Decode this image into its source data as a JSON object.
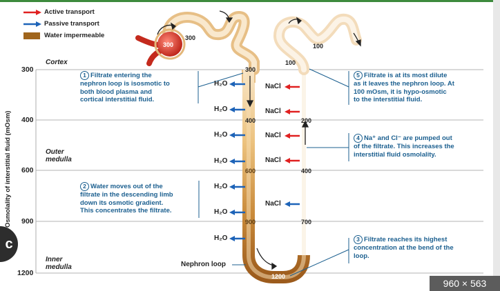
{
  "legend": [
    {
      "label": "Active transport",
      "color": "#e02020"
    },
    {
      "label": "Passive transport",
      "color": "#1d63b8"
    },
    {
      "label": "Water impermeable",
      "color": "#a0651c"
    }
  ],
  "axis": {
    "title": "Osmolality of interstitial fluid (mOsm)",
    "ticks": [
      "300",
      "400",
      "600",
      "900",
      "1200"
    ]
  },
  "zones": {
    "cortex": "Cortex",
    "outer": "Outer\nmedulla",
    "inner": "Inner\nmedulla"
  },
  "notes": [
    {
      "n": "1",
      "text": "Filtrate entering the\nnephron loop is isosmotic to\nboth blood plasma and\ncortical interstitial fluid."
    },
    {
      "n": "2",
      "text": "Water moves out of the\nfiltrate in the descending limb\ndown its osmotic gradient.\nThis concentrates the filtrate."
    },
    {
      "n": "3",
      "text": "Filtrate reaches its highest\nconcentration at the bend of the\nloop."
    },
    {
      "n": "4",
      "text": "Na⁺ and Cl⁻ are pumped out\nof the filtrate. This increases the\ninterstitial fluid osmolality."
    },
    {
      "n": "5",
      "text": "Filtrate is at its most dilute\nas it leaves the nephron loop. At\n100 mOsm, it is hypo-osmotic\nto the interstitial fluid."
    }
  ],
  "values": {
    "glom": "300",
    "pct": "300",
    "dct": "100",
    "d300": "300",
    "d400": "400",
    "d600": "600",
    "d900": "900",
    "bend": "1200",
    "a100": "100",
    "a200": "200",
    "a400": "400",
    "a700": "700"
  },
  "ions": {
    "water": "H₂O",
    "salt": "NaCl"
  },
  "nephron_label": "Nephron loop",
  "badge": "960 × 563",
  "logo": "c"
}
